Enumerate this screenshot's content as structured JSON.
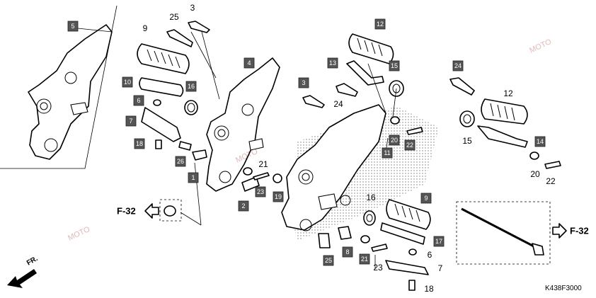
{
  "diagram": {
    "tag_labels": [
      "5",
      "4",
      "12",
      "13",
      "15",
      "10",
      "16",
      "6",
      "7",
      "18",
      "26",
      "1",
      "2",
      "23",
      "19",
      "11",
      "20",
      "22",
      "24",
      "14",
      "9",
      "17",
      "8",
      "25",
      "21",
      "3"
    ],
    "plain_labels": [
      "25",
      "3",
      "9",
      "24",
      "21",
      "16",
      "6",
      "23",
      "7",
      "18",
      "12",
      "15",
      "20",
      "22"
    ],
    "refs": {
      "left": "F-32",
      "right": "F-32"
    },
    "front_label": "FR.",
    "diagram_code": "K438F3000",
    "watermark": "MOTO"
  },
  "colors": {
    "tag_fill": "#555555",
    "line": "#000000",
    "hatch": "#999999"
  }
}
